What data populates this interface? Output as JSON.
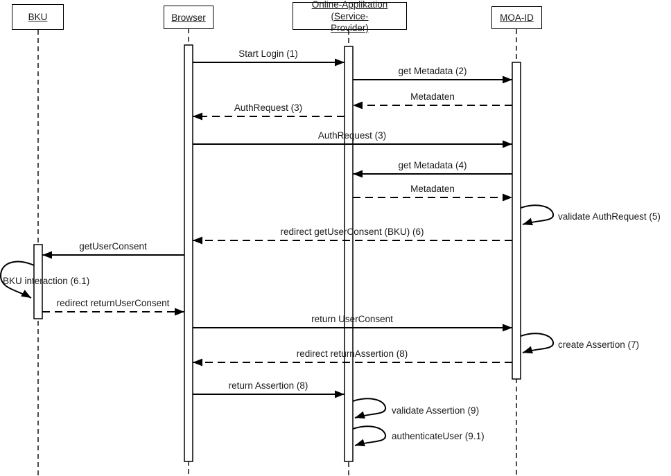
{
  "diagram": {
    "type": "uml-sequence-diagram",
    "background_color": "#ffffff",
    "stroke_color": "#000000",
    "text_color": "#1a1a1a"
  },
  "actors": [
    {
      "id": "bku",
      "label": "BKU"
    },
    {
      "id": "browser",
      "label": "Browser"
    },
    {
      "id": "online-applikation",
      "label": "Online-Applikation (Service-\nProvider)"
    },
    {
      "id": "moa-id",
      "label": "MOA-ID"
    }
  ],
  "messages": [
    {
      "label": "Start Login (1)",
      "from": "Browser",
      "to": "Online-Applikation (Service-Provider)",
      "style": "solid"
    },
    {
      "label": "get Metadata (2)",
      "from": "Online-Applikation (Service-Provider)",
      "to": "MOA-ID",
      "style": "solid"
    },
    {
      "label": "Metadaten",
      "from": "MOA-ID",
      "to": "Online-Applikation (Service-Provider)",
      "style": "dashed"
    },
    {
      "label": "AuthRequest (3)",
      "from": "Online-Applikation (Service-Provider)",
      "to": "Browser",
      "style": "dashed"
    },
    {
      "label": "AuthRequest (3)",
      "from": "Browser",
      "to": "MOA-ID",
      "style": "solid"
    },
    {
      "label": "get Metadata (4)",
      "from": "MOA-ID",
      "to": "Online-Applikation (Service-Provider)",
      "style": "solid"
    },
    {
      "label": "Metadaten",
      "from": "Online-Applikation (Service-Provider)",
      "to": "MOA-ID",
      "style": "dashed"
    },
    {
      "label": "validate AuthRequest (5)",
      "from": "MOA-ID",
      "to": "MOA-ID",
      "style": "self"
    },
    {
      "label": "redirect getUserConsent (BKU) (6)",
      "from": "MOA-ID",
      "to": "Browser",
      "style": "dashed"
    },
    {
      "label": "getUserConsent",
      "from": "Browser",
      "to": "BKU",
      "style": "solid"
    },
    {
      "label": "BKU interaction (6.1)",
      "from": "BKU",
      "to": "BKU",
      "style": "self"
    },
    {
      "label": "redirect returnUserConsent",
      "from": "BKU",
      "to": "Browser",
      "style": "dashed"
    },
    {
      "label": "return UserConsent",
      "from": "Browser",
      "to": "MOA-ID",
      "style": "solid"
    },
    {
      "label": "create Assertion (7)",
      "from": "MOA-ID",
      "to": "MOA-ID",
      "style": "self"
    },
    {
      "label": "redirect returnAssertion (8)",
      "from": "MOA-ID",
      "to": "Browser",
      "style": "dashed"
    },
    {
      "label": "return Assertion (8)",
      "from": "Browser",
      "to": "Online-Applikation (Service-Provider)",
      "style": "solid"
    },
    {
      "label": "validate Assertion (9)",
      "from": "Online-Applikation (Service-Provider)",
      "to": "Online-Applikation (Service-Provider)",
      "style": "self"
    },
    {
      "label": "authenticateUser (9.1)",
      "from": "Online-Applikation (Service-Provider)",
      "to": "Online-Applikation (Service-Provider)",
      "style": "self"
    }
  ]
}
